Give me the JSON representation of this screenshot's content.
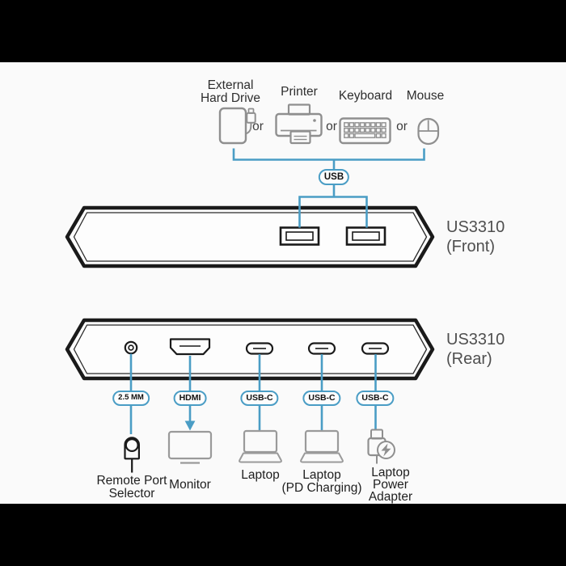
{
  "colors": {
    "accent": "#4a9dc5",
    "panel_outline": "#1a1a1a",
    "device_gray": "#8f8f8f",
    "selector_black": "#1a1a1a",
    "label_dark": "#2e2e2e",
    "panel_label_gray": "#4f4f4f",
    "background": "#fafafa",
    "letterbox": "#000000"
  },
  "top_devices": {
    "or": "or",
    "items": [
      {
        "label": "External\nHard Drive",
        "icon": "external-hard-drive-icon"
      },
      {
        "label": "Printer",
        "icon": "printer-icon"
      },
      {
        "label": "Keyboard",
        "icon": "keyboard-icon"
      },
      {
        "label": "Mouse",
        "icon": "mouse-icon"
      }
    ]
  },
  "usb_tag": "USB",
  "panels": {
    "front": {
      "model": "US3310",
      "side": "(Front)"
    },
    "rear": {
      "model": "US3310",
      "side": "(Rear)"
    }
  },
  "port_tags": [
    "2.5 MM",
    "HDMI",
    "USB-C",
    "USB-C",
    "USB-C"
  ],
  "bottom_devices": [
    {
      "label": "Remote Port\nSelector",
      "icon": "remote-port-selector-icon"
    },
    {
      "label": "Monitor",
      "icon": "monitor-icon"
    },
    {
      "label": "Laptop",
      "icon": "laptop-icon"
    },
    {
      "label": "Laptop\n(PD Charging)",
      "icon": "laptop-pd-charging-icon"
    },
    {
      "label": "Laptop\nPower\nAdapter",
      "icon": "laptop-power-adapter-icon"
    }
  ]
}
